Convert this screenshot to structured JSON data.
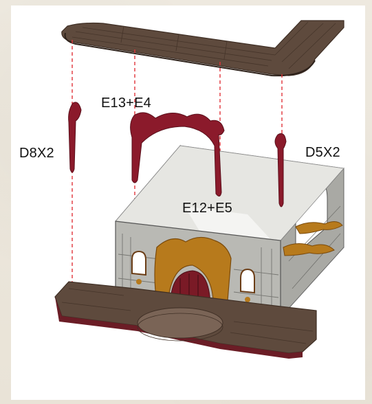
{
  "labels": {
    "left_part": "D8X2",
    "arch_part": "E13+E4",
    "right_part": "D5X2",
    "gate_part": "E12+E5"
  },
  "colors": {
    "wood_dark": "#5e4a3d",
    "wood_plank_line": "#3f2f25",
    "crimson_part": "#8b1a2b",
    "wall_gray": "#b9b9b4",
    "wall_dark": "#6f6f6b",
    "gold_ornament": "#b77a1c",
    "guide_line": "#e0343a",
    "base_edge": "#6b1d26"
  }
}
